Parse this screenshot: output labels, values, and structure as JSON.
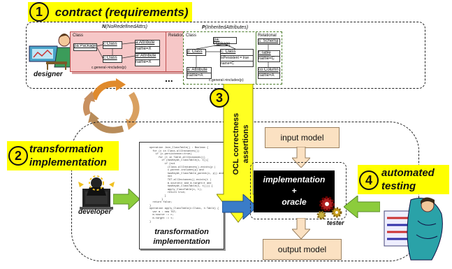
{
  "steps": {
    "contract": {
      "number": "1",
      "label": "contract (requirements)"
    },
    "transformation": {
      "number": "2",
      "label_line1": "transformation",
      "label_line2": "implementation"
    },
    "ocl": {
      "number": "3",
      "label_line1": "OCL correctness",
      "label_line2": "assertions"
    },
    "testing": {
      "number": "4",
      "label_line1": "automated",
      "label_line2": "testing"
    }
  },
  "actors": {
    "designer": "designer",
    "developer": "developer",
    "tester": "tester"
  },
  "contract_patterns": {
    "n_pattern": {
      "title_prefix": "N",
      "title_rest": "(NoRedefinedAttrs)",
      "class_label": "Class",
      "relational_label": "Relational",
      "package": "pa:Package",
      "class1": "c:Class",
      "attr1": "a:Attribute",
      "attr1_name": "name=X",
      "class2": "c:Class",
      "attr2": "ar:Attribute",
      "attr2_name": "name=X",
      "constraint": "c.general->includes(p)"
    },
    "ellipsis": "...",
    "p_pattern": {
      "title_prefix": "P",
      "title_rest": "(InheritedAttributes)",
      "class_label": "Class",
      "relational_label": "Relational",
      "package": "pa: Package",
      "class_p": "p: Class",
      "class_c": "c: Class",
      "is_persistent": "isPersistent = true",
      "name_c": "name=C",
      "attribute": "a: Attribute",
      "name_a": "name=A",
      "schema": "s: Schema",
      "table": "t:Table",
      "table_name": "name=C",
      "column": "co:Column",
      "column_name": "name=A",
      "constraint": "c.general->includes(p)"
    }
  },
  "code_listing": [
    "operation Join_ClassTable() : Boolean {",
    "  for (c in Class.allInstances())",
    "    if (c.persistence==true)",
    "      for (t in Table.allInstances())",
    "        if (hasKeyAt_ClassTable(c, t)){",
    "          if (not",
    "            (Class.allInstances().exists(p |",
    "            c.parent.includes(p) and",
    "            hasKeyAt_ClassTable_parent(c, p)) and",
    "            not",
    "            TGT.allInstances().exists(t |",
    "            m.source=c and m.target=t and",
    "            hasKeyAt_ClassTable(c, t)))) {",
    "            apply_ClassTable(c, t);",
    "            return true;",
    "          }",
    "        }",
    "  return false;",
    "}",
    "",
    "operation apply_ClassTable(c:Class, t:Table) {",
    "  var m : new TGT;",
    "  m.source := c;",
    "  m.target := t;",
    "}"
  ],
  "boxes": {
    "transformation_caption_line1": "transformation",
    "transformation_caption_line2": "implementation",
    "input_model": "input model",
    "output_model": "output model",
    "impl_line1": "implementation",
    "impl_line2": "+",
    "impl_line3": "oracle"
  },
  "colors": {
    "highlight": "#ffff00",
    "pattern_n_fill": "#f6c7c7",
    "pattern_p_border": "#4a7a2a",
    "arrow_green": "#8ccc3c",
    "arrow_blue": "#3a7cc8",
    "arrow_yellow": "#ffff22",
    "model_box": "#fbe1c2",
    "impl_box": "#000000",
    "cycle_orange": "#e08a2c",
    "cycle_brown": "#b88c5a"
  },
  "icons": [
    "designer-clipart",
    "developer-clipart",
    "tester-clipart",
    "cycle-arrows-icon",
    "gear-icon"
  ]
}
